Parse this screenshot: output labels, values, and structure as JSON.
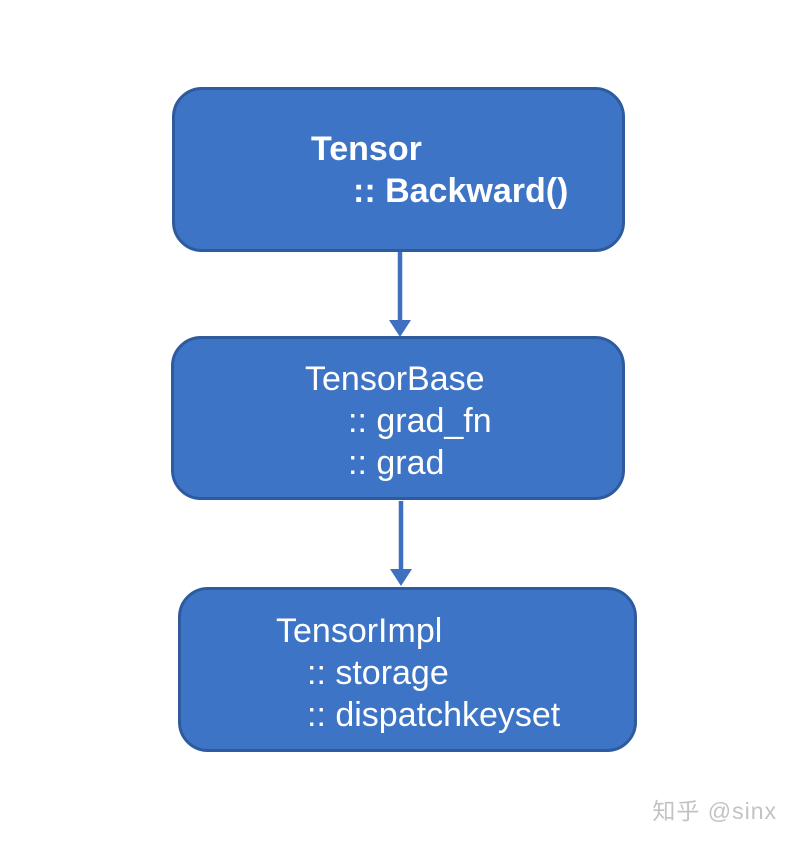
{
  "diagram": {
    "colors": {
      "background": "#ffffff",
      "node_fill": "#3d74c6",
      "node_border": "#2e5b9e",
      "node_text": "#ffffff",
      "arrow": "#3f6fbf"
    },
    "nodes": [
      {
        "title": "Tensor",
        "members": [
          ":: Backward()"
        ]
      },
      {
        "title": "TensorBase",
        "members": [
          ":: grad_fn",
          ":: grad"
        ]
      },
      {
        "title": "TensorImpl",
        "members": [
          ":: storage",
          ":: dispatchkeyset"
        ]
      }
    ]
  },
  "watermark": {
    "text": "知乎 @sinx",
    "color": "#c3c3c3"
  }
}
